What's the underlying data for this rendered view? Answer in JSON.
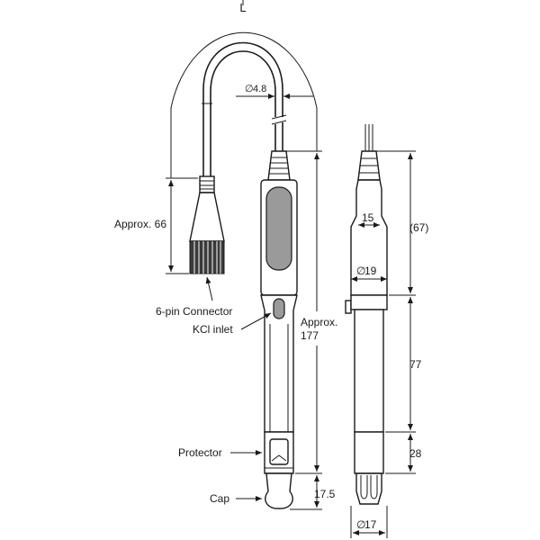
{
  "dimensions": {
    "cable_length": "L",
    "cable_diameter": "4.8",
    "connector_length": "Approx. 66",
    "body_length_line1": "Approx.",
    "body_length_line2": "177",
    "upper_length": "(67)",
    "mid_length": "77",
    "lower_length": "28",
    "tip_length": "17.5",
    "neck_diameter": "15",
    "body_diameter": "19",
    "tip_diameter": "17",
    "diameter_symbol": "∅"
  },
  "callouts": {
    "connector": "6-pin Connector",
    "kcl_inlet": "KCl inlet",
    "protector": "Protector",
    "cap": "Cap"
  }
}
